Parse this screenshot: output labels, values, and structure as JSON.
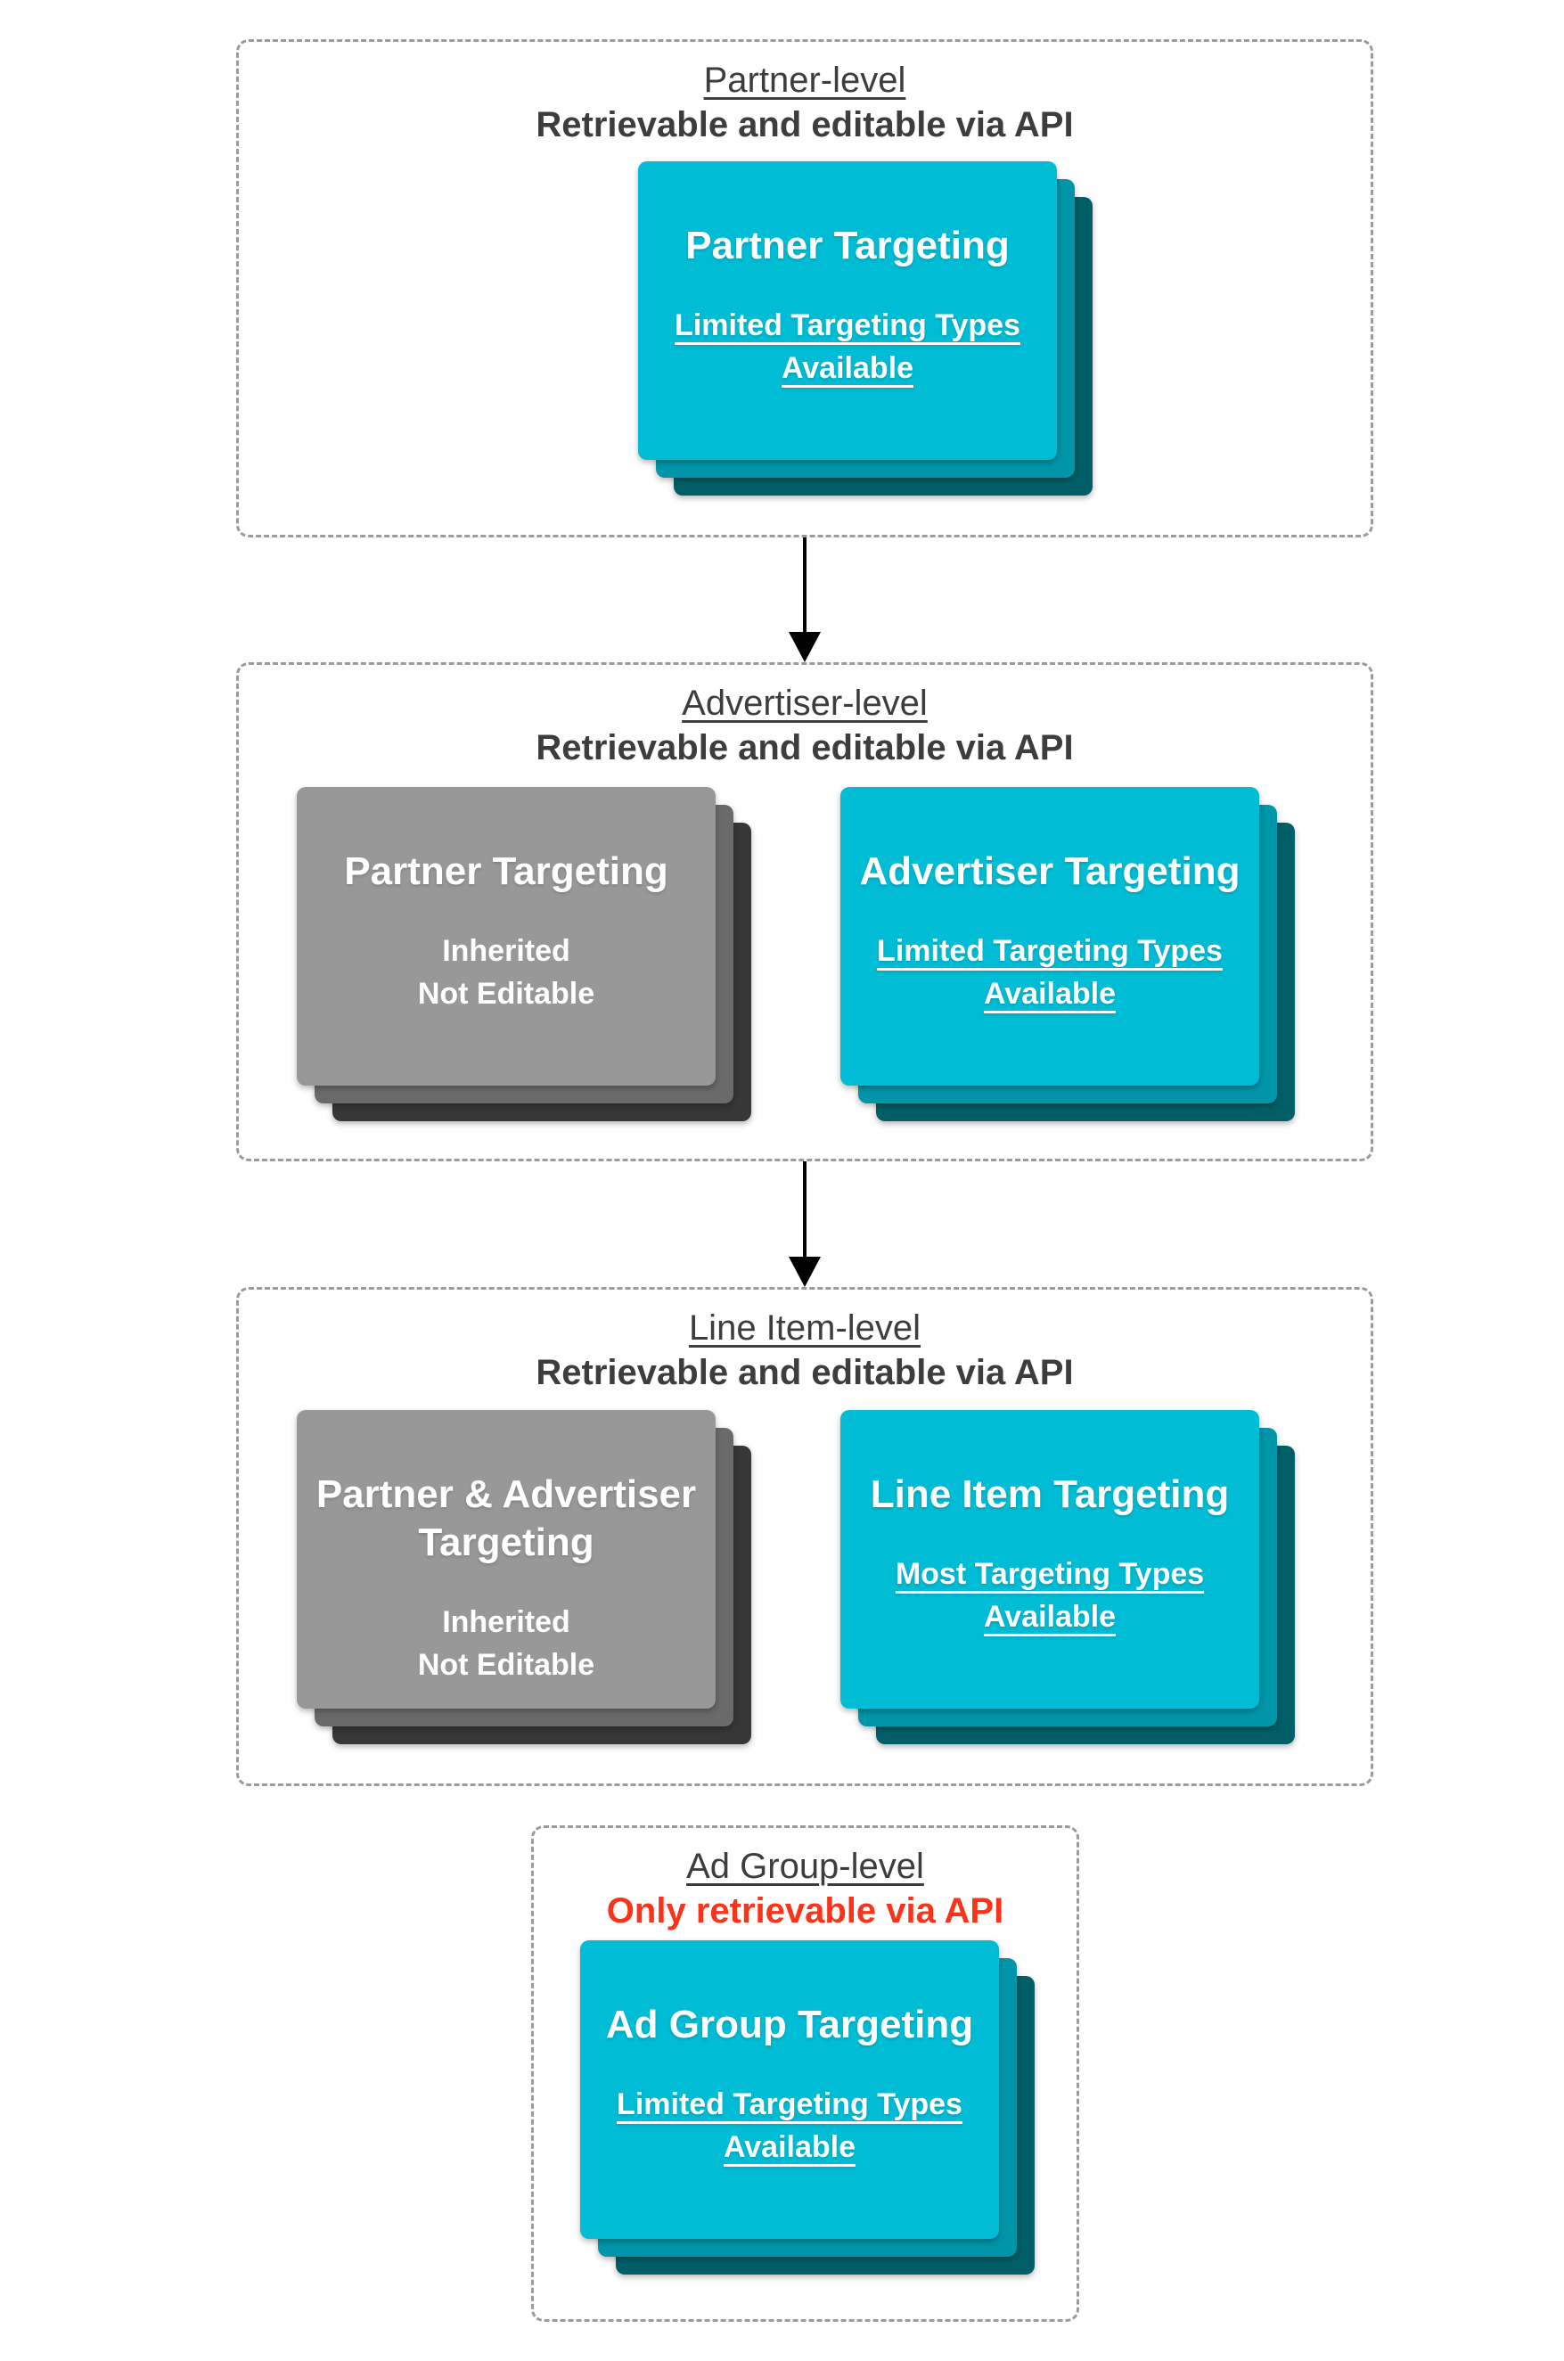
{
  "colors": {
    "teal-top": "#00bcd4",
    "teal-mid": "#0095a8",
    "teal-back": "#005f66",
    "gray-top": "#989898",
    "gray-mid": "#6a6a6a",
    "gray-back": "#373737",
    "heading": "#3d3d3d",
    "alert-red": "#fa341a",
    "border-gray": "#9b9b9b",
    "arrow-black": "#000000"
  },
  "sections": [
    {
      "heading": "Partner-level",
      "api_note": "Retrievable and editable via API",
      "cards": [
        {
          "title": "Partner Targeting",
          "subtitle": "Limited Targeting Types Available"
        }
      ]
    },
    {
      "heading": "Advertiser-level",
      "api_note": "Retrievable and editable via API",
      "cards": [
        {
          "title": "Partner Targeting",
          "sub_lines": [
            "Inherited",
            "Not Editable"
          ]
        },
        {
          "title": "Advertiser Targeting",
          "subtitle": "Limited Targeting Types Available"
        }
      ]
    },
    {
      "heading": "Line Item-level",
      "api_note": "Retrievable and editable via API",
      "cards": [
        {
          "title": "Partner & Advertiser Targeting",
          "sub_lines": [
            "Inherited",
            "Not Editable"
          ]
        },
        {
          "title": "Line Item Targeting",
          "subtitle": "Most Targeting Types Available"
        }
      ]
    },
    {
      "heading": "Ad Group-level",
      "api_note": "Only retrievable via API",
      "cards": [
        {
          "title": "Ad Group Targeting",
          "subtitle": "Limited Targeting Types Available"
        }
      ]
    }
  ]
}
